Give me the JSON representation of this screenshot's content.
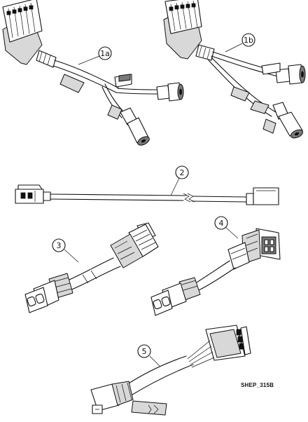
{
  "figure": {
    "reference_code": "SHEP_315B",
    "callouts": {
      "c1a": "1a",
      "c1b": "1b",
      "c2": "2",
      "c3": "3",
      "c4": "4",
      "c5": "5"
    }
  },
  "icons": {
    "cable_1a": "y-splitter-cable-with-barrel-plugs-icon",
    "cable_1b": "y-splitter-cable-with-barrel-plugs-icon",
    "cable_2": "straight-extension-cable-icon",
    "cable_3": "dual-pin-power-cable-icon",
    "cable_4": "panel-mount-adapter-cable-icon",
    "cable_5": "multi-pin-ribbon-cable-icon"
  }
}
